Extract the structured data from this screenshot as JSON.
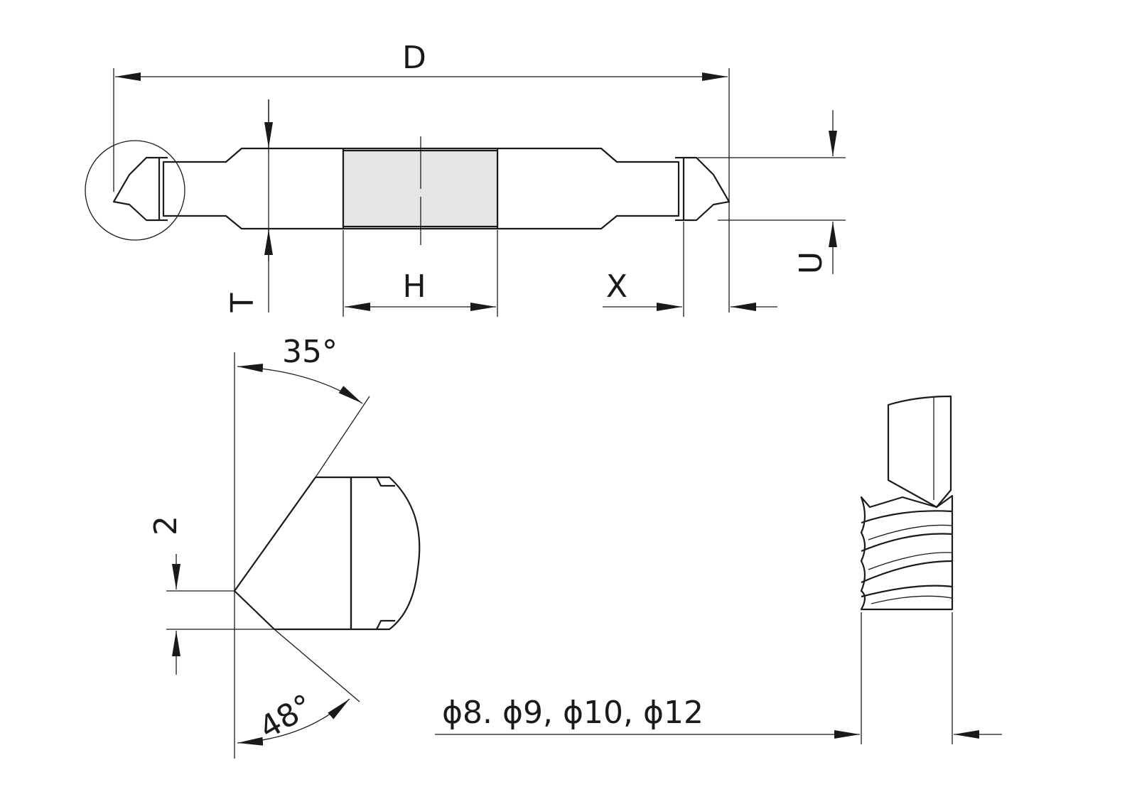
{
  "drawing": {
    "labels": {
      "diameter": "D",
      "thickness": "T",
      "bore": "H",
      "abrasive_width": "X",
      "abrasive_height": "U",
      "angle_top": "35°",
      "angle_bottom": "48°",
      "edge_height": "2",
      "tool_diameters": "ϕ8. ϕ9, ϕ10, ϕ12"
    },
    "colors": {
      "line": "#1a1a1a",
      "abrasive": "#d9d9d9",
      "bore": "#e6e6e6",
      "tool_shank": "#cfcfcf"
    }
  }
}
